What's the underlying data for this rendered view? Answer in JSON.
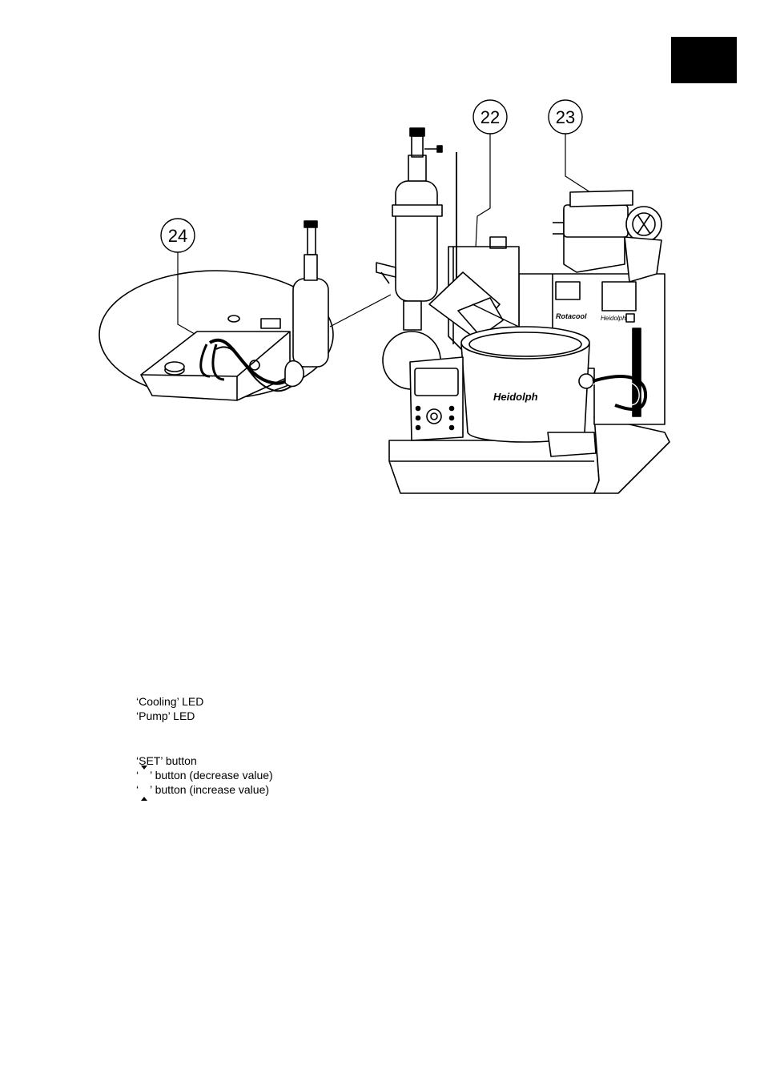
{
  "callouts": {
    "c22": "22",
    "c23": "23",
    "c24": "24"
  },
  "illustration_labels": {
    "front_brand": "Heidolph",
    "cooler_brand": "Rotacool",
    "cooler_brand2": "Heidolph"
  },
  "legend": {
    "cooling_led": "‘Cooling’ LED",
    "pump_led": "‘Pump’ LED",
    "set_button": "‘SET’ button",
    "down_open": "‘",
    "down_close": "’ button (decrease value)",
    "up_open": "‘",
    "up_close": "’ button (increase value)"
  },
  "icons": {
    "decrease": "arrow-down-icon",
    "increase": "arrow-up-icon"
  },
  "colors": {
    "tab": "#000000",
    "line": "#000000",
    "background": "#ffffff"
  }
}
